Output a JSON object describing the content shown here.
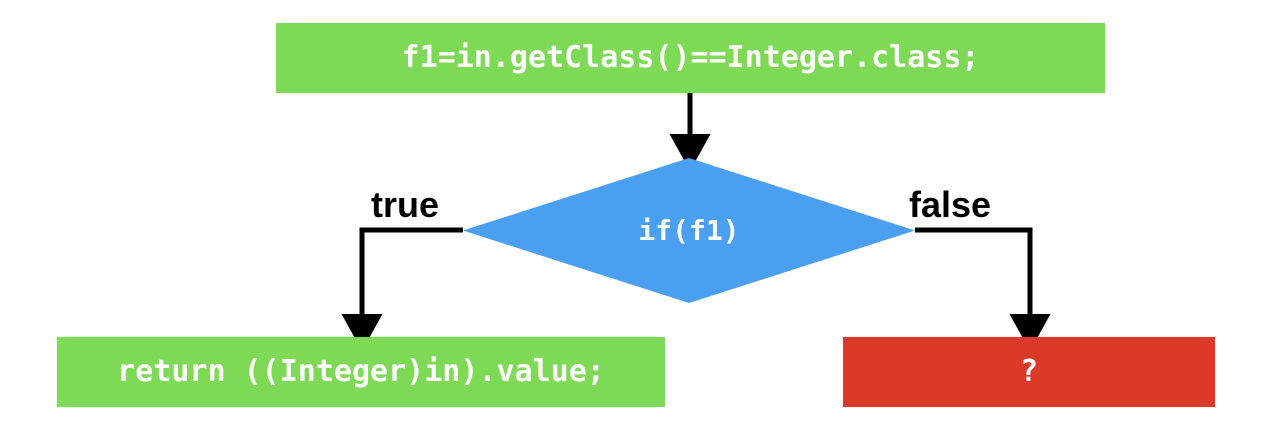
{
  "diagram": {
    "title": "if(f1) branch flowchart",
    "background": "#ffffff",
    "colors": {
      "process_green": "#7ed957",
      "decision_blue": "#4a9ff0",
      "error_red": "#dc3a28",
      "connector_black": "#000000",
      "node_text": "#ffffff",
      "label_text": "#000000"
    },
    "nodes": [
      {
        "id": "condition-assign",
        "shape": "rectangle",
        "text": "f1=in.getClass()==Integer.class;",
        "fill": "#7ed957"
      },
      {
        "id": "decision-if",
        "shape": "diamond",
        "text": "if(f1)",
        "fill": "#4a9ff0"
      },
      {
        "id": "return-integer",
        "shape": "rectangle",
        "text": "return ((Integer)in).value;",
        "fill": "#7ed957"
      },
      {
        "id": "unknown",
        "shape": "rectangle",
        "text": "?",
        "fill": "#dc3a28"
      }
    ],
    "edges": [
      {
        "id": "edge-assign-to-decision",
        "from": "condition-assign",
        "to": "decision-if",
        "label": ""
      },
      {
        "id": "edge-true",
        "from": "decision-if",
        "to": "return-integer",
        "label": "true"
      },
      {
        "id": "edge-false",
        "from": "decision-if",
        "to": "unknown",
        "label": "false"
      }
    ],
    "labels": {
      "true": "true",
      "false": "false"
    }
  }
}
